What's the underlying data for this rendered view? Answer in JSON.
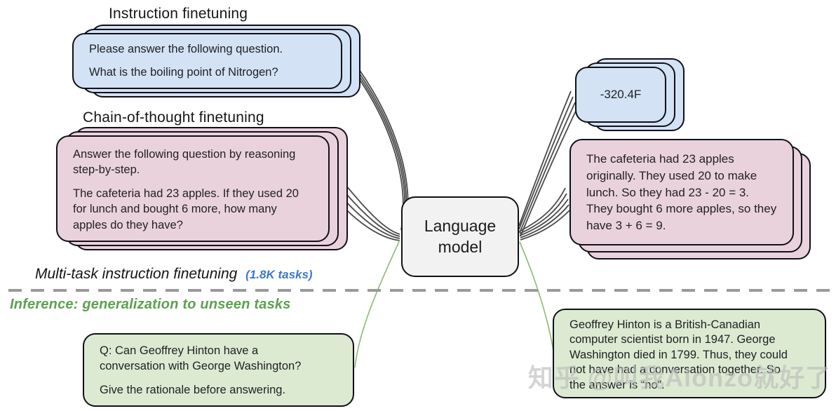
{
  "figure": {
    "section_training": {
      "instruction_heading": "Instruction finetuning",
      "cot_heading": "Chain-of-thought finetuning",
      "multitask_label": "Multi-task instruction finetuning",
      "multitask_tasks_badge": "(1.8K tasks)"
    },
    "section_inference": {
      "inference_label": "Inference: generalization to unseen tasks"
    },
    "model": {
      "label": "Language model"
    },
    "cards": {
      "instruction_prompt": {
        "p1": "Please answer the following question.",
        "p2": "What is the boiling point of Nitrogen?"
      },
      "instruction_answer": {
        "p1": "-320.4F"
      },
      "cot_prompt": {
        "p1": "Answer the following question by reasoning step-by-step.",
        "p2": "The cafeteria had 23 apples. If they used 20 for lunch and bought 6 more, how many apples do they have?"
      },
      "cot_answer": {
        "p1": "The cafeteria had 23 apples originally. They used 20 to make lunch. So they had 23 - 20 = 3. They bought 6 more apples, so they have 3 + 6 = 9."
      },
      "inference_prompt": {
        "p1": "Q: Can Geoffrey Hinton have a conversation with George Washington?",
        "p2": "Give the rationale before answering."
      },
      "inference_answer": {
        "p1": "Geoffrey Hinton is a British-Canadian computer scientist born in 1947. George Washington died in 1799. Thus, they could not have had a conversation together. So the answer is “no”."
      }
    },
    "watermark": "知乎 @叫我Alonzo就好了",
    "colors": {
      "prompt_blue": "#d3e2f4",
      "prompt_pink": "#ead2dd",
      "prompt_green": "#dcead2",
      "model_gray": "#f2f2f2",
      "tasks_badge_blue": "#3d77c9",
      "inference_green": "#5ba14f",
      "connector_gray": "#4a4a4a",
      "connector_green": "#8cba74",
      "divider_gray": "#9a9a9a"
    }
  }
}
